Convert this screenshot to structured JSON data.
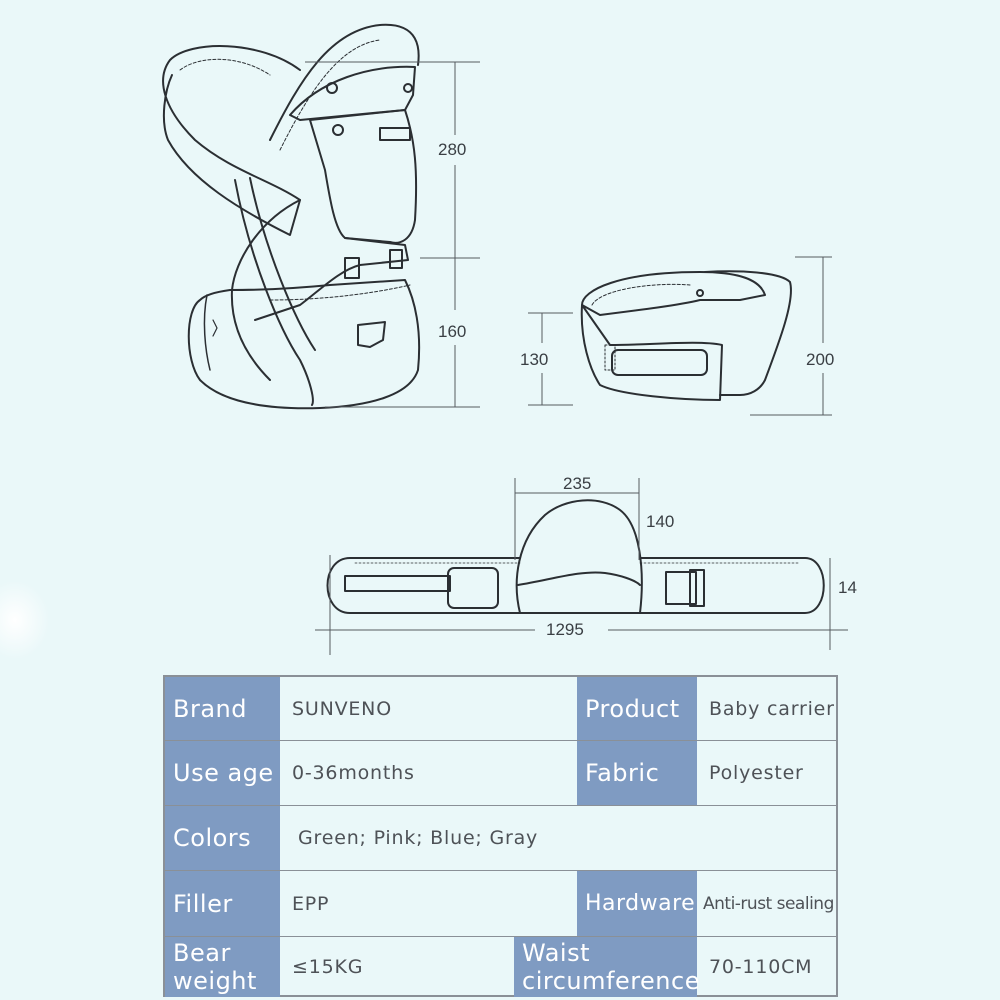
{
  "dimensions": {
    "carrier_front": {
      "upper_height": "280",
      "lower_height": "160"
    },
    "hip_seat": {
      "front_height": "130",
      "back_height": "200"
    },
    "waist_belt": {
      "seat_width": "235",
      "seat_height": "140",
      "belt_height": "14",
      "total_length": "1295"
    }
  },
  "spec_table": {
    "rows": [
      {
        "label": "Brand",
        "value": "SUNVENO",
        "label2": "Product",
        "value2": "Baby carrier"
      },
      {
        "label": "Use age",
        "value": "0-36months",
        "label2": "Fabric",
        "value2": "Polyester"
      },
      {
        "label": "Colors",
        "value": "Green; Pink; Blue; Gray"
      },
      {
        "label": "Filler",
        "value": "EPP",
        "label2": "Hardware",
        "value2": "Anti-rust sealing"
      },
      {
        "label_line1": "Bear",
        "label_line2": "weight",
        "value": "≤15KG",
        "label2_line1": "Waist",
        "label2_line2": "circumference",
        "value2": "70-110CM"
      }
    ]
  },
  "colors": {
    "background": "#eaf8f9",
    "header_cell": "#7f9bc2",
    "border": "#8a9097"
  }
}
